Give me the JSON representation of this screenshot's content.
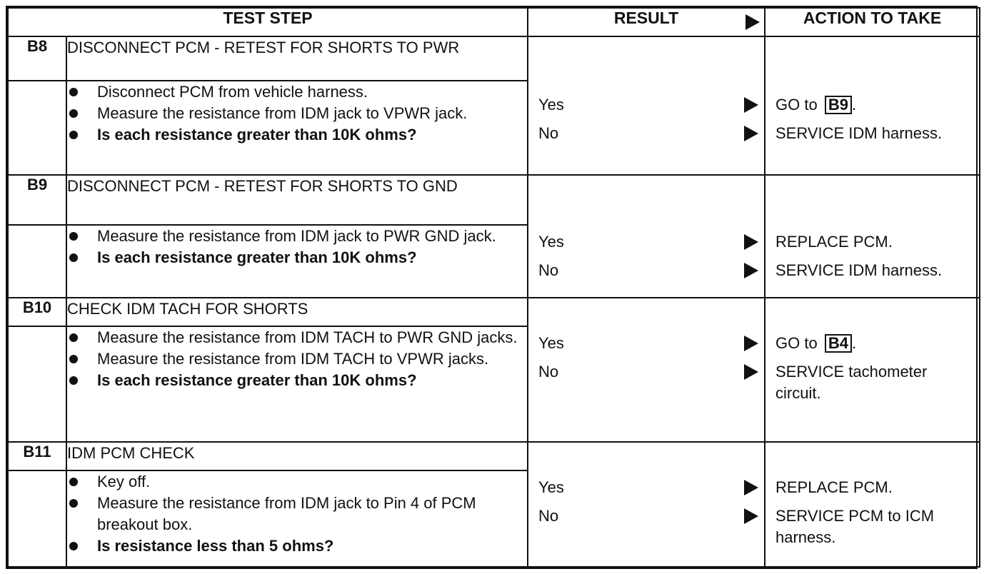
{
  "header": {
    "test_step": "TEST STEP",
    "result": "RESULT",
    "action": "ACTION TO TAKE"
  },
  "steps": [
    {
      "id": "B8",
      "title": "DISCONNECT PCM - RETEST FOR SHORTS TO PWR",
      "bullets": [
        "Disconnect PCM from vehicle harness.",
        "Measure the resistance from IDM jack to VPWR jack."
      ],
      "question": "Is each resistance greater than 10K ohms?",
      "yes_label": "Yes",
      "no_label": "No",
      "yes_action_prefix": "GO to",
      "yes_action_ref": "B9",
      "yes_action_suffix": ".",
      "no_action": "SERVICE IDM harness."
    },
    {
      "id": "B9",
      "title": "DISCONNECT PCM - RETEST FOR SHORTS TO GND",
      "bullets": [
        "Measure the resistance from IDM jack to PWR GND jack."
      ],
      "question": "Is each resistance greater than 10K ohms?",
      "yes_label": "Yes",
      "no_label": "No",
      "yes_action": "REPLACE PCM.",
      "no_action": "SERVICE IDM harness."
    },
    {
      "id": "B10",
      "title": "CHECK IDM TACH FOR SHORTS",
      "bullets": [
        "Measure the resistance from IDM TACH to PWR GND jacks.",
        "Measure the resistance from IDM TACH to VPWR jacks."
      ],
      "question": "Is each resistance greater than 10K ohms?",
      "yes_label": "Yes",
      "no_label": "No",
      "yes_action_prefix": "GO to",
      "yes_action_ref": "B4",
      "yes_action_suffix": ".",
      "no_action": "SERVICE tachometer circuit."
    },
    {
      "id": "B11",
      "title": "IDM PCM CHECK",
      "bullets": [
        "Key off.",
        "Measure the resistance from IDM jack to Pin 4 of PCM breakout box."
      ],
      "question": "Is resistance less than 5 ohms?",
      "yes_label": "Yes",
      "no_label": "No",
      "yes_action": "REPLACE PCM.",
      "no_action": "SERVICE PCM to ICM harness."
    }
  ]
}
